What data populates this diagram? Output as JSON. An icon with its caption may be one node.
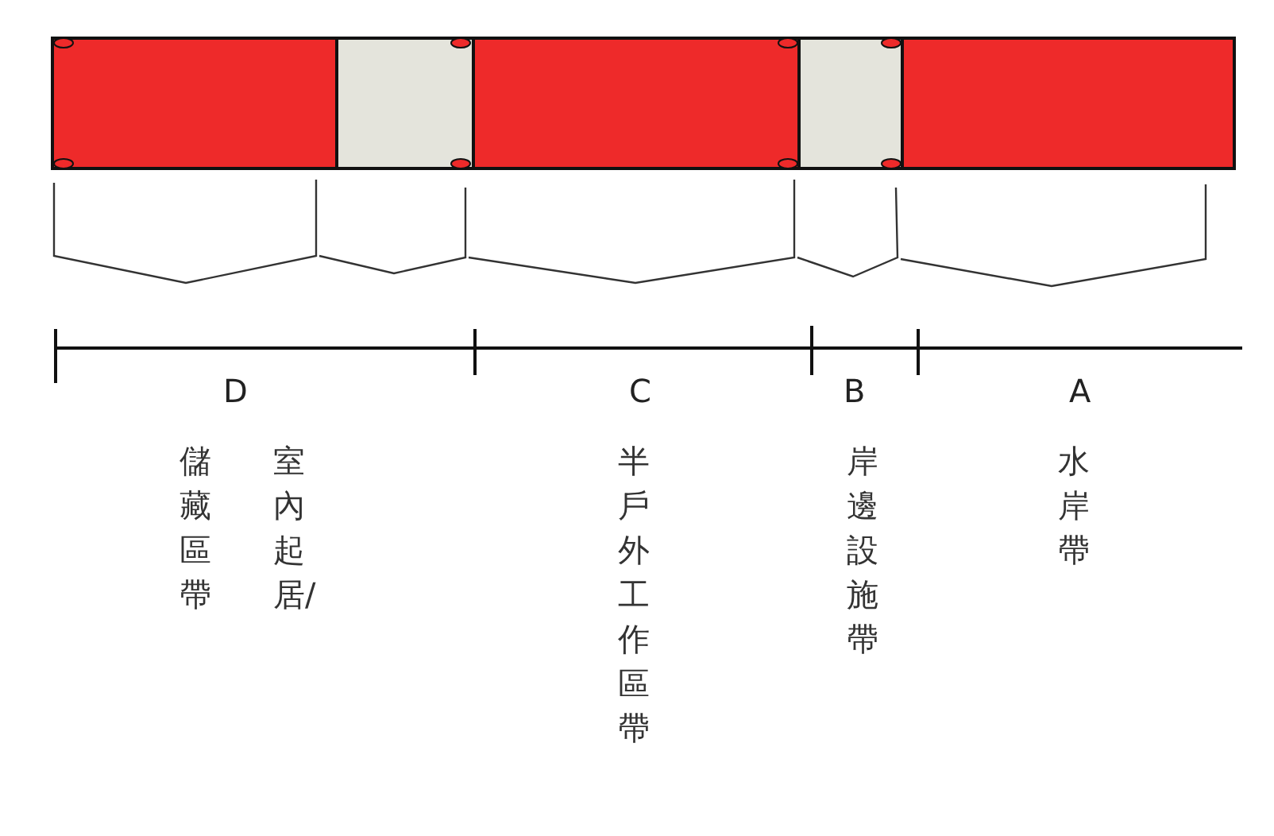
{
  "diagram": {
    "labels": [
      "D",
      "C",
      "B",
      "A",
      "儲藏區帶",
      "室內起居/",
      "半戶外工作區帶",
      "岸邊設施帶",
      "水岸帶"
    ]
  }
}
